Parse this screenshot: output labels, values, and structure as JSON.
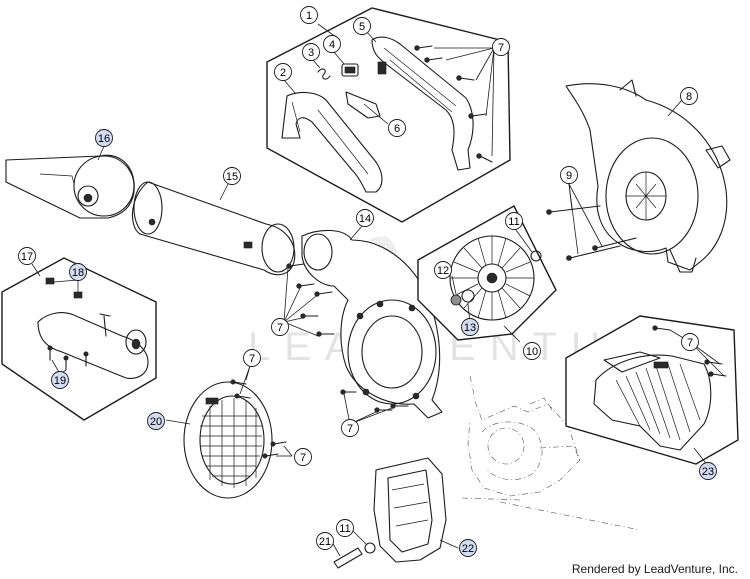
{
  "watermark": "LEADVENTURE",
  "footer": "Rendered by LeadVenture, Inc.",
  "callouts": [
    {
      "id": "c1",
      "label": "1",
      "style": "white"
    },
    {
      "id": "c2",
      "label": "2",
      "style": "white"
    },
    {
      "id": "c3",
      "label": "3",
      "style": "white"
    },
    {
      "id": "c4",
      "label": "4",
      "style": "white"
    },
    {
      "id": "c5",
      "label": "5",
      "style": "white"
    },
    {
      "id": "c6",
      "label": "6",
      "style": "white"
    },
    {
      "id": "c7a",
      "label": "7",
      "style": "white"
    },
    {
      "id": "c8",
      "label": "8",
      "style": "white"
    },
    {
      "id": "c9",
      "label": "9",
      "style": "white"
    },
    {
      "id": "c10",
      "label": "10",
      "style": "white"
    },
    {
      "id": "c11a",
      "label": "11",
      "style": "white"
    },
    {
      "id": "c12",
      "label": "12",
      "style": "white"
    },
    {
      "id": "c13",
      "label": "13",
      "style": "blue"
    },
    {
      "id": "c14",
      "label": "14",
      "style": "white"
    },
    {
      "id": "c15",
      "label": "15",
      "style": "white"
    },
    {
      "id": "c16",
      "label": "16",
      "style": "blue"
    },
    {
      "id": "c17",
      "label": "17",
      "style": "white"
    },
    {
      "id": "c18",
      "label": "18",
      "style": "blue"
    },
    {
      "id": "c19",
      "label": "19",
      "style": "blue"
    },
    {
      "id": "c7b",
      "label": "7",
      "style": "white"
    },
    {
      "id": "c7c",
      "label": "7",
      "style": "white"
    },
    {
      "id": "c7d",
      "label": "7",
      "style": "white"
    },
    {
      "id": "c7e",
      "label": "7",
      "style": "white"
    },
    {
      "id": "c7f",
      "label": "7",
      "style": "white"
    },
    {
      "id": "c20",
      "label": "20",
      "style": "blue"
    },
    {
      "id": "c7g",
      "label": "7",
      "style": "white"
    },
    {
      "id": "c21",
      "label": "21",
      "style": "white"
    },
    {
      "id": "c11b",
      "label": "11",
      "style": "white"
    },
    {
      "id": "c22",
      "label": "22",
      "style": "blue"
    },
    {
      "id": "c23",
      "label": "23",
      "style": "blue"
    }
  ]
}
